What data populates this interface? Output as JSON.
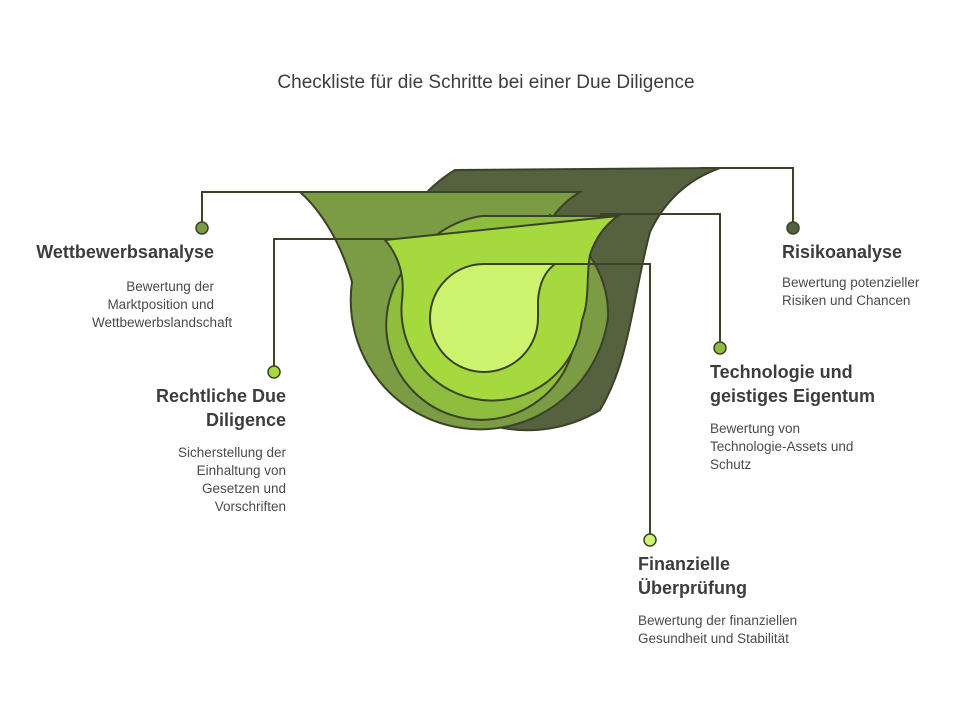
{
  "title": "Checkliste für die Schritte bei einer Due Diligence",
  "colors": {
    "layer1": "#56613f",
    "layer2": "#7b9b45",
    "layer3": "#8fbd3d",
    "layer4": "#a6d93e",
    "layer5": "#cdf36f",
    "stroke": "#3a4227",
    "connector": "#3a4227"
  },
  "items": [
    {
      "title": "Risikoanalyse",
      "description": "Bewertung potenzieller Risiken und Chancen",
      "dot_color": "#56613f"
    },
    {
      "title": "Wettbewerbsanalyse",
      "description": "Bewertung der Marktposition und Wettbewerbslandschaft",
      "dot_color": "#7b9b45"
    },
    {
      "title": "Technologie und geistiges Eigentum",
      "description": "Bewertung von Technologie-Assets und Schutz",
      "dot_color": "#8fbd3d"
    },
    {
      "title": "Rechtliche Due Diligence",
      "description": "Sicherstellung der Einhaltung von Gesetzen und Vorschriften",
      "dot_color": "#a6d93e"
    },
    {
      "title": "Finanzielle Überprüfung",
      "description": "Bewertung der finanziellen Gesundheit und Stabilität",
      "dot_color": "#cdf36f"
    }
  ]
}
